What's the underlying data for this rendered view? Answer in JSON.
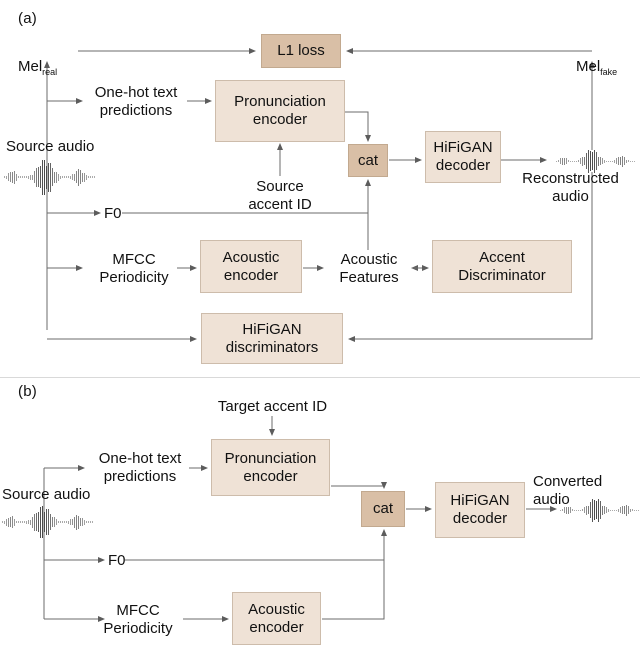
{
  "figure": {
    "panels": [
      {
        "id": "a",
        "label": "(a)"
      },
      {
        "id": "b",
        "label": "(b)"
      }
    ]
  },
  "panel_a": {
    "label": "(a)",
    "boxes": [
      {
        "name": "l1-loss",
        "label": "L1 loss",
        "fill": "#d9bfa6",
        "style": "dark"
      },
      {
        "name": "pronunciation-encoder",
        "label": "Pronunciation\nencoder",
        "fill": "#efe2d6",
        "style": "light"
      },
      {
        "name": "cat",
        "label": "cat",
        "fill": "#d9bfa6",
        "style": "dark"
      },
      {
        "name": "hifigan-decoder",
        "label": "HiFiGAN\ndecoder",
        "fill": "#efe2d6",
        "style": "light"
      },
      {
        "name": "acoustic-encoder",
        "label": "Acoustic\nencoder",
        "fill": "#efe2d6",
        "style": "light"
      },
      {
        "name": "accent-discriminator",
        "label": "Accent\nDiscriminator",
        "fill": "#efe2d6",
        "style": "light"
      },
      {
        "name": "hifigan-discriminators",
        "label": "HiFiGAN\ndiscriminators",
        "fill": "#efe2d6",
        "style": "light"
      }
    ],
    "labels": {
      "mel_real_base": "Mel",
      "mel_real_sub": "real",
      "mel_fake_base": "Mel",
      "mel_fake_sub": "fake",
      "source_audio": "Source audio",
      "one_hot_text": "One-hot text\npredictions",
      "source_accent_id": "Source\naccent ID",
      "f0": "F0",
      "mfcc_periodicity": "MFCC\nPeriodicity",
      "acoustic_features": "Acoustic\nFeatures",
      "reconstructed_audio": "Reconstructed\naudio"
    }
  },
  "panel_b": {
    "label": "(b)",
    "boxes": [
      {
        "name": "pronunciation-encoder",
        "label": "Pronunciation\nencoder",
        "fill": "#efe2d6",
        "style": "light"
      },
      {
        "name": "cat",
        "label": "cat",
        "fill": "#d9bfa6",
        "style": "dark"
      },
      {
        "name": "hifigan-decoder",
        "label": "HiFiGAN\ndecoder",
        "fill": "#efe2d6",
        "style": "light"
      },
      {
        "name": "acoustic-encoder",
        "label": "Acoustic\nencoder",
        "fill": "#efe2d6",
        "style": "light"
      }
    ],
    "labels": {
      "target_accent_id": "Target accent ID",
      "source_audio": "Source audio",
      "one_hot_text": "One-hot text\npredictions",
      "f0": "F0",
      "mfcc_periodicity": "MFCC\nPeriodicity",
      "converted_audio": "Converted audio"
    }
  },
  "colors": {
    "box_light": "#efe2d6",
    "box_dark": "#d9bfa6",
    "wire": "#6b6b6b",
    "text": "#111111",
    "background": "#ffffff",
    "divider": "#d9d9d9"
  },
  "icons": {
    "waveform": "audio-waveform-icon",
    "arrow": "arrow-head"
  }
}
